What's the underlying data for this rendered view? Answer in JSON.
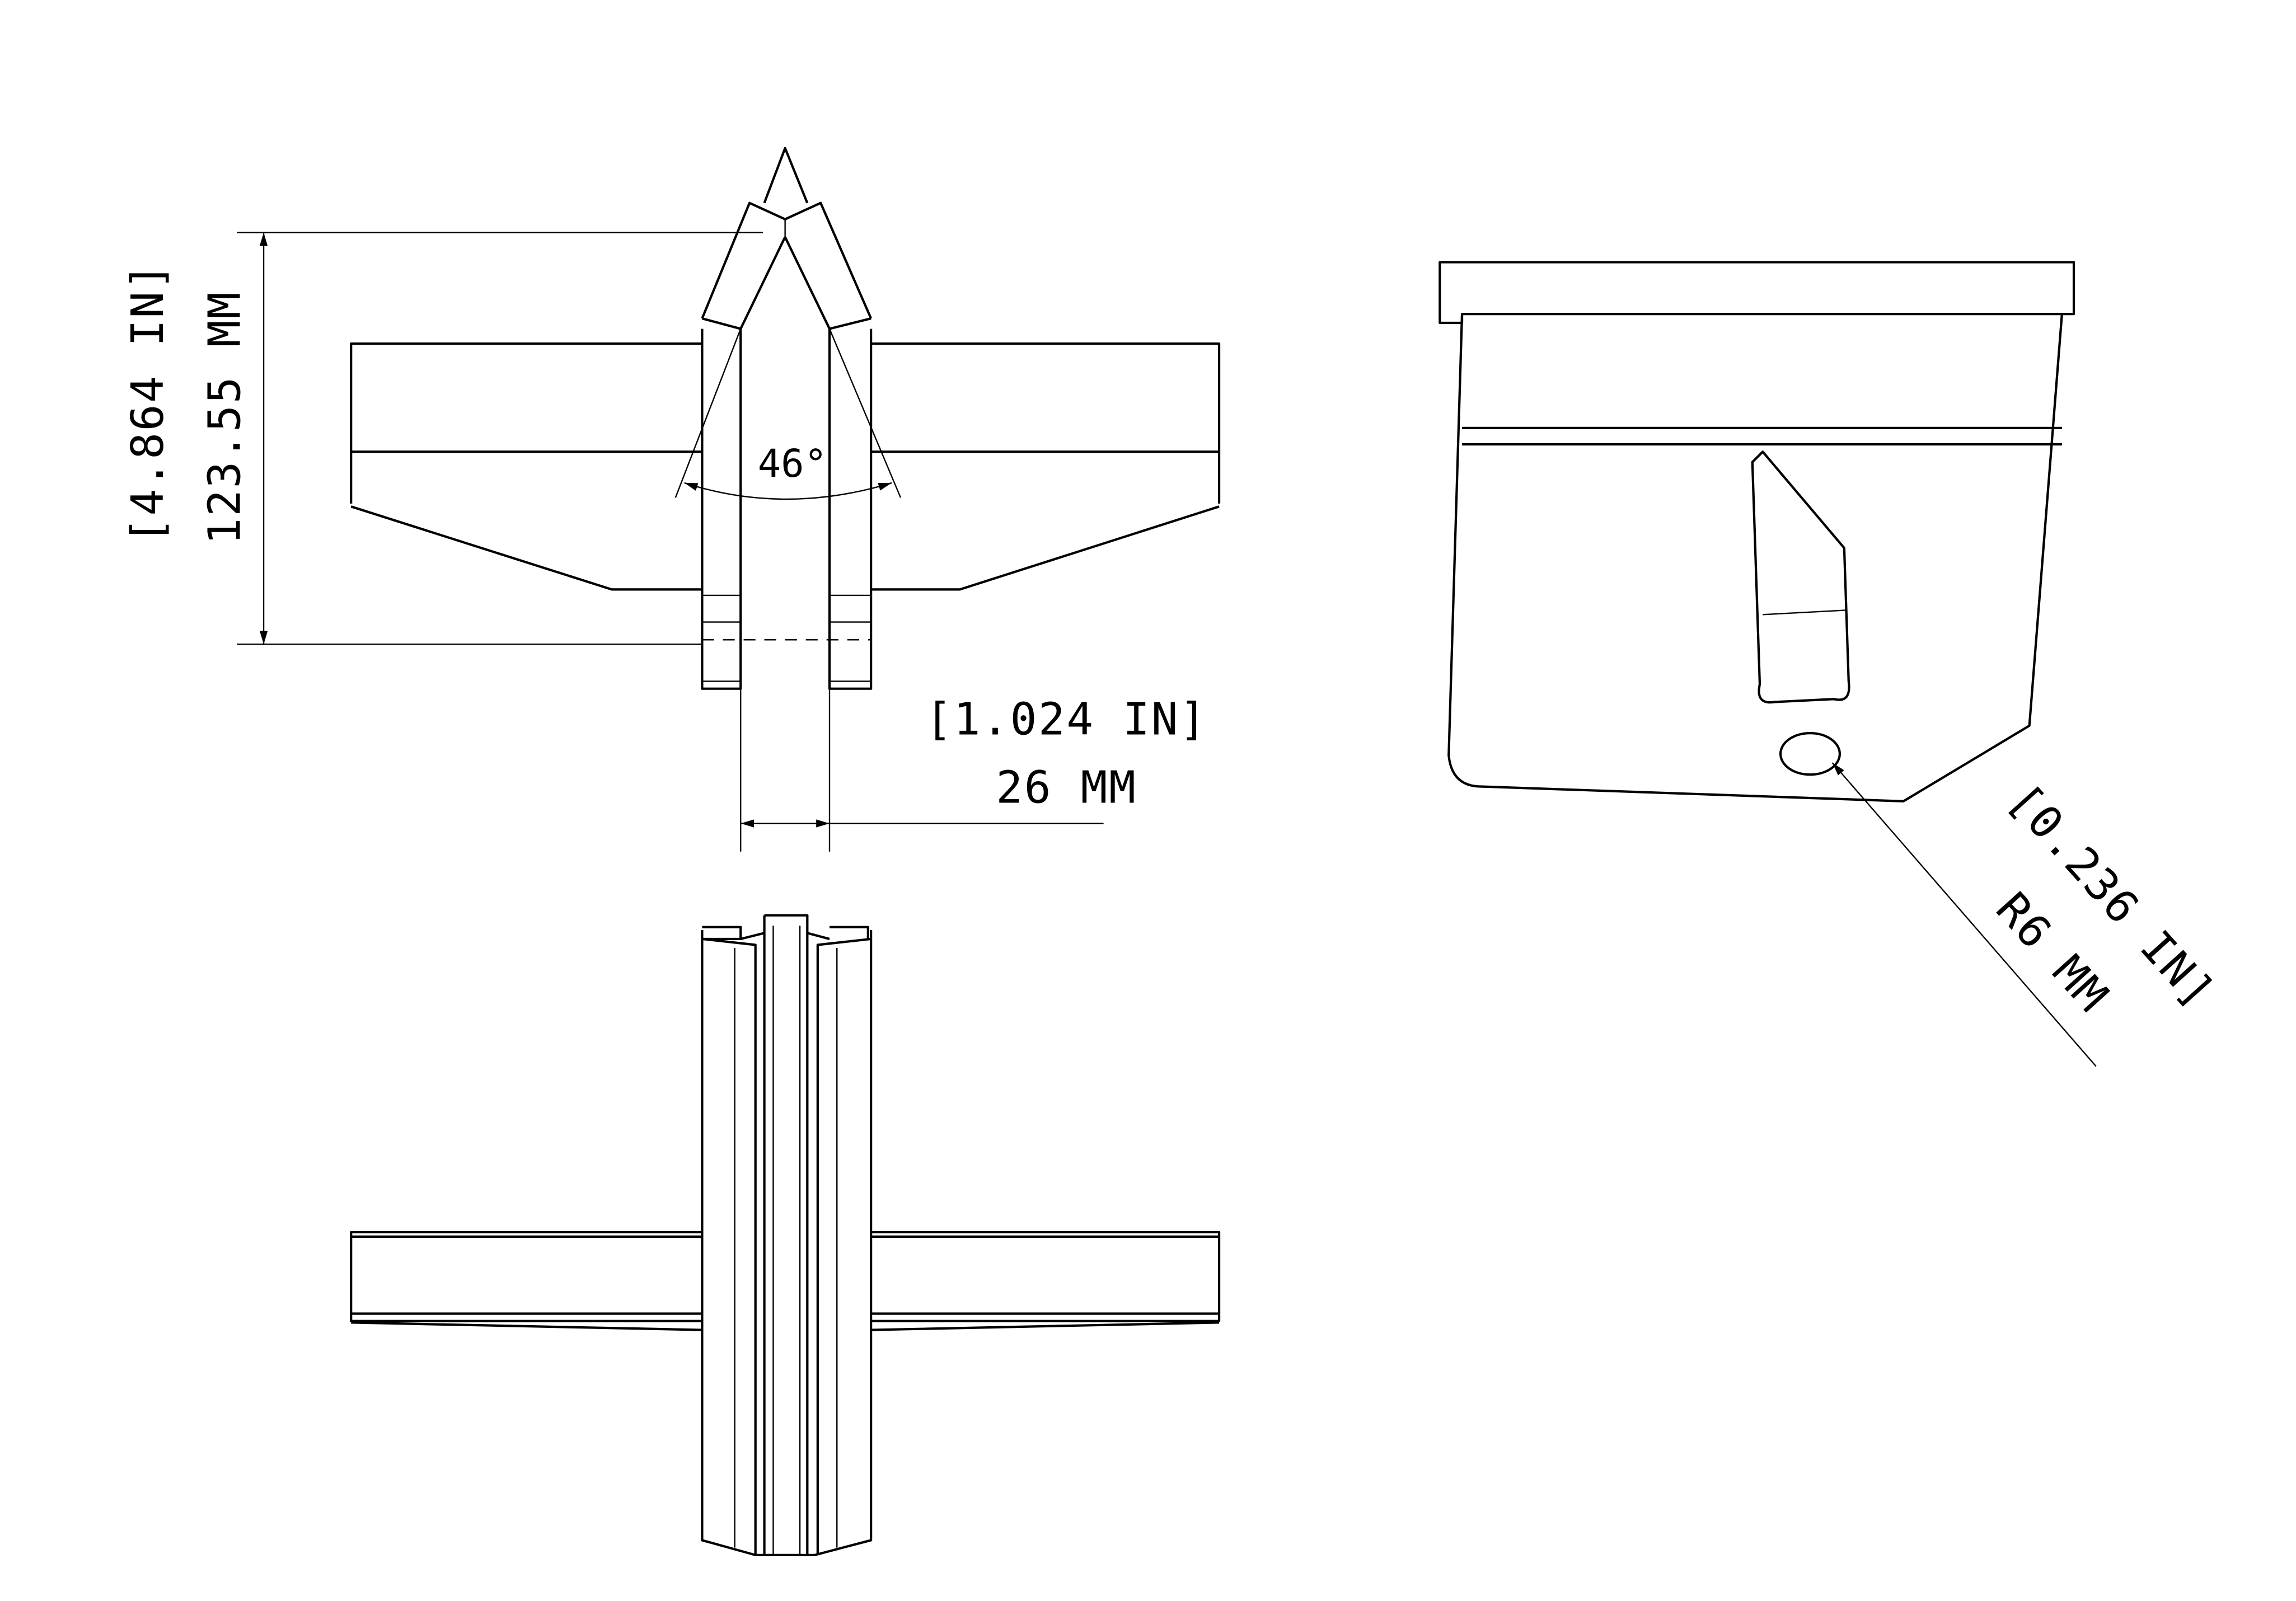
{
  "drawing": {
    "height_dimension": {
      "inches": "[4.864 IN]",
      "mm": "123.55 MM"
    },
    "angle_dimension": {
      "label": "46°"
    },
    "width_dimension": {
      "inches": "[1.024 IN]",
      "mm": "26 MM"
    },
    "radius_dimension": {
      "inches": "[0.236 IN]",
      "mm": "R6 MM"
    }
  }
}
